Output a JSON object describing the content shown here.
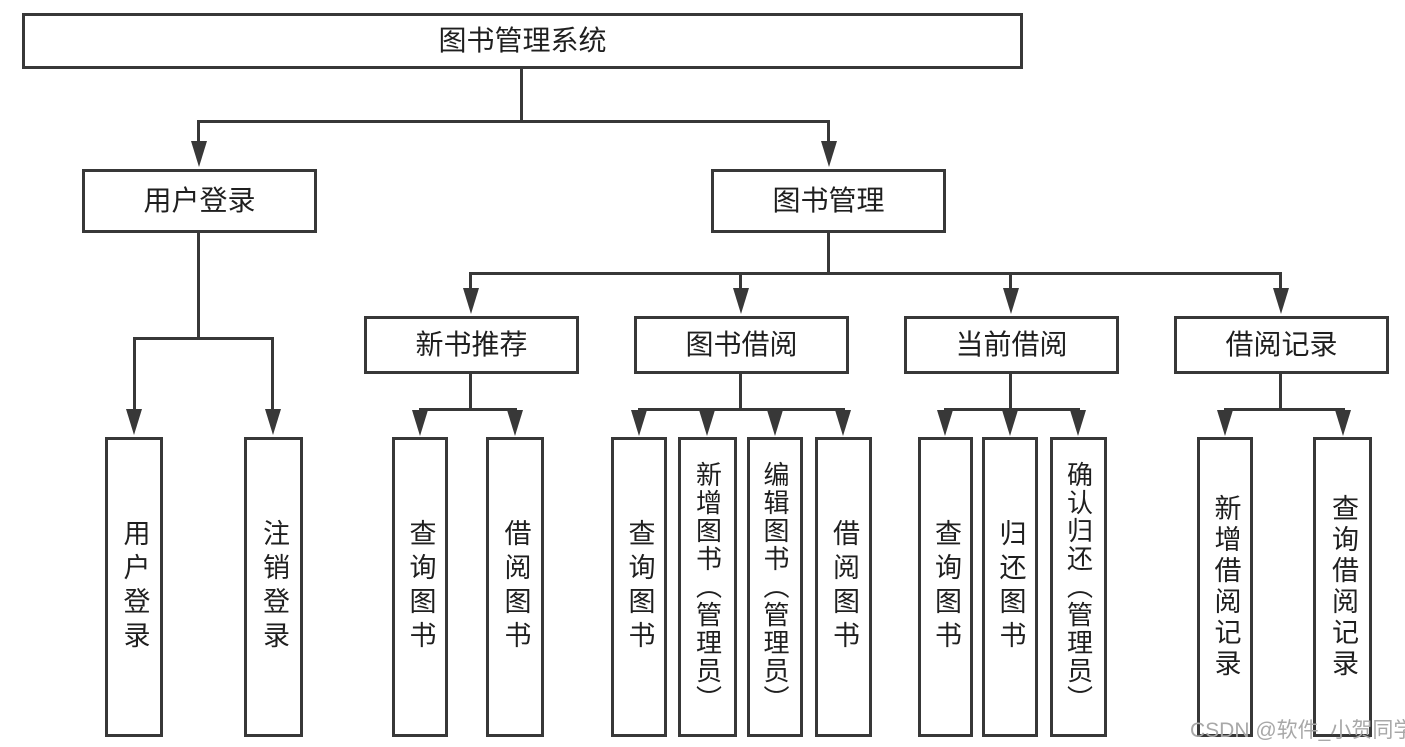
{
  "tree": {
    "label": "图书管理系统",
    "children": [
      {
        "label": "用户登录",
        "children": [
          {
            "label": "用户登录"
          },
          {
            "label": "注销登录"
          }
        ]
      },
      {
        "label": "图书管理",
        "children": [
          {
            "label": "新书推荐",
            "children": [
              {
                "label": "查询图书"
              },
              {
                "label": "借阅图书"
              }
            ]
          },
          {
            "label": "图书借阅",
            "children": [
              {
                "label": "查询图书"
              },
              {
                "label": "新增图书（管理员）"
              },
              {
                "label": "编辑图书（管理员）"
              },
              {
                "label": "借阅图书"
              }
            ]
          },
          {
            "label": "当前借阅",
            "children": [
              {
                "label": "查询图书"
              },
              {
                "label": "归还图书"
              },
              {
                "label": "确认归还（管理员）"
              }
            ]
          },
          {
            "label": "借阅记录",
            "children": [
              {
                "label": "新增借阅记录"
              },
              {
                "label": "查询借阅记录"
              }
            ]
          }
        ]
      }
    ]
  },
  "watermark": {
    "text": "CSDN @软件_小贺同学"
  },
  "colors": {
    "line": "#383838",
    "text": "#1f1f1f",
    "watermark": "#a8a8a8",
    "background": "#ffffff"
  }
}
